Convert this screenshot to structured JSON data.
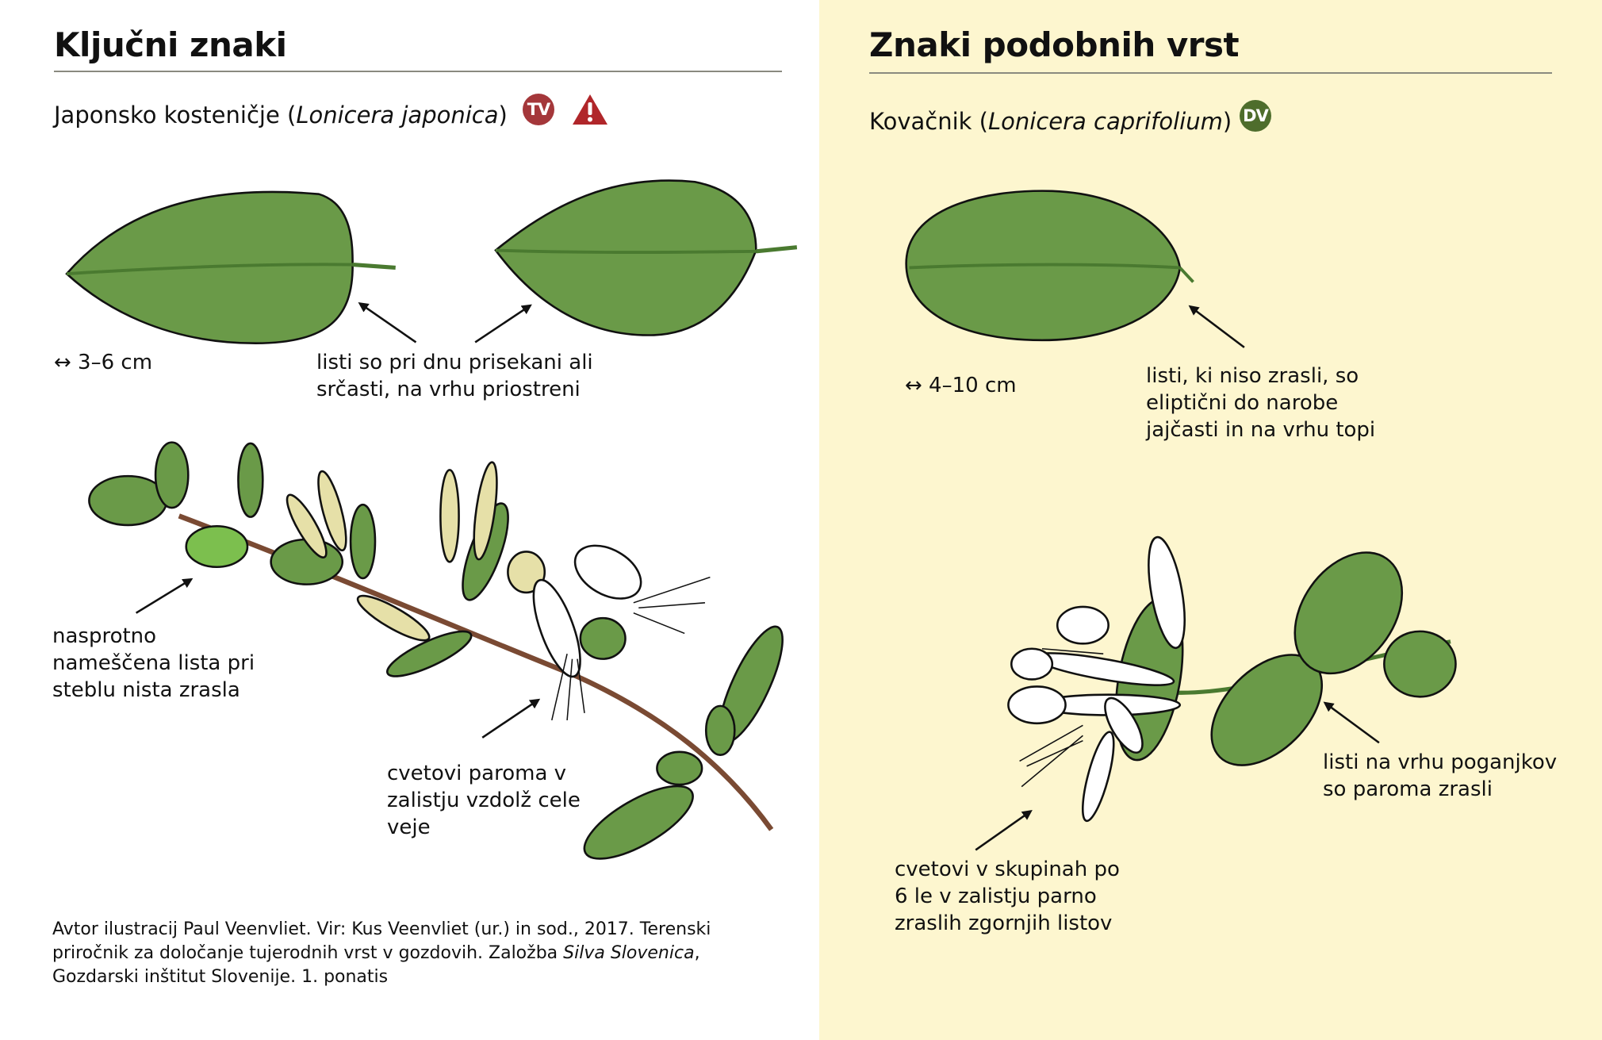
{
  "left": {
    "title": "Ključni znaki",
    "species": {
      "common": "Japonsko kosteničje",
      "open": " (",
      "latin": "Lonicera japonica",
      "close": ")",
      "badge": "TV",
      "warning_icon": "warning-triangle-icon"
    },
    "size_label": "↔ 3–6 cm",
    "leaf_note": [
      "listi so pri dnu prisekani ali",
      "srčasti, na  vrhu priostreni"
    ],
    "opposite_note": [
      "nasprotno",
      "nameščena lista pri",
      "steblu nista zrasla"
    ],
    "flower_note": [
      "cvetovi paroma v",
      "zalistju vzdolž cele",
      "veje"
    ],
    "credit": {
      "line1": "Avtor ilustracij Paul Veenvliet. Vir: Kus Veenvliet (ur.) in sod., 2017. Terenski",
      "line2a": "priročnik za določanje tujerodnih vrst v gozdovih. Založba ",
      "line2b": "Silva Slovenica",
      "line2c": ",",
      "line3": "Gozdarski inštitut Slovenije. 1. ponatis"
    }
  },
  "right": {
    "title": "Znaki podobnih vrst",
    "species": {
      "common": "Kovačnik",
      "open": " (",
      "latin": "Lonicera caprifolium",
      "close": ")",
      "badge": "DV"
    },
    "size_label": "↔ 4–10 cm",
    "leaf_note": [
      "listi, ki niso zrasli, so",
      "eliptični do narobe",
      "jajčasti in na vrhu topi"
    ],
    "top_leaf_note": [
      "listi na vrhu poganjkov",
      "so paroma zrasli"
    ],
    "flower_note": [
      "cvetovi v skupinah po",
      "6 le v zalistju parno",
      "zraslih zgornjih listov"
    ]
  },
  "colors": {
    "panel_bg": "#fdf6cf",
    "badge_tv": "#a4373a",
    "badge_dv": "#4e6d2c",
    "warning": "#b0262a",
    "leaf": "#6a9a48",
    "stem": "#7a4a33"
  }
}
